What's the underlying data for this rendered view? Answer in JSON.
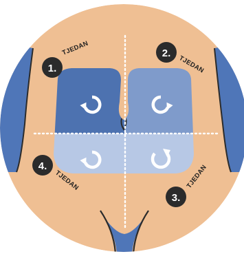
{
  "colors": {
    "skin": "#efbf93",
    "side_blue": "#4f76b8",
    "zone1": "#4d72b0",
    "zone2": "#7f9bcb",
    "zone3": "#b7c8e5",
    "zone4": "#b7c8e5",
    "badge": "#2b2b2b",
    "guide": "#ffffff"
  },
  "zones": [
    {
      "number": "1.",
      "label": "TJEDAN",
      "icon": "rotate-clockwise-icon"
    },
    {
      "number": "2.",
      "label": "TJEDAN",
      "icon": "rotate-counterclockwise-icon"
    },
    {
      "number": "3.",
      "label": "TJEDAN",
      "icon": "rotate-clockwise-icon"
    },
    {
      "number": "4.",
      "label": "TJEDAN",
      "icon": "rotate-counterclockwise-icon"
    }
  ]
}
